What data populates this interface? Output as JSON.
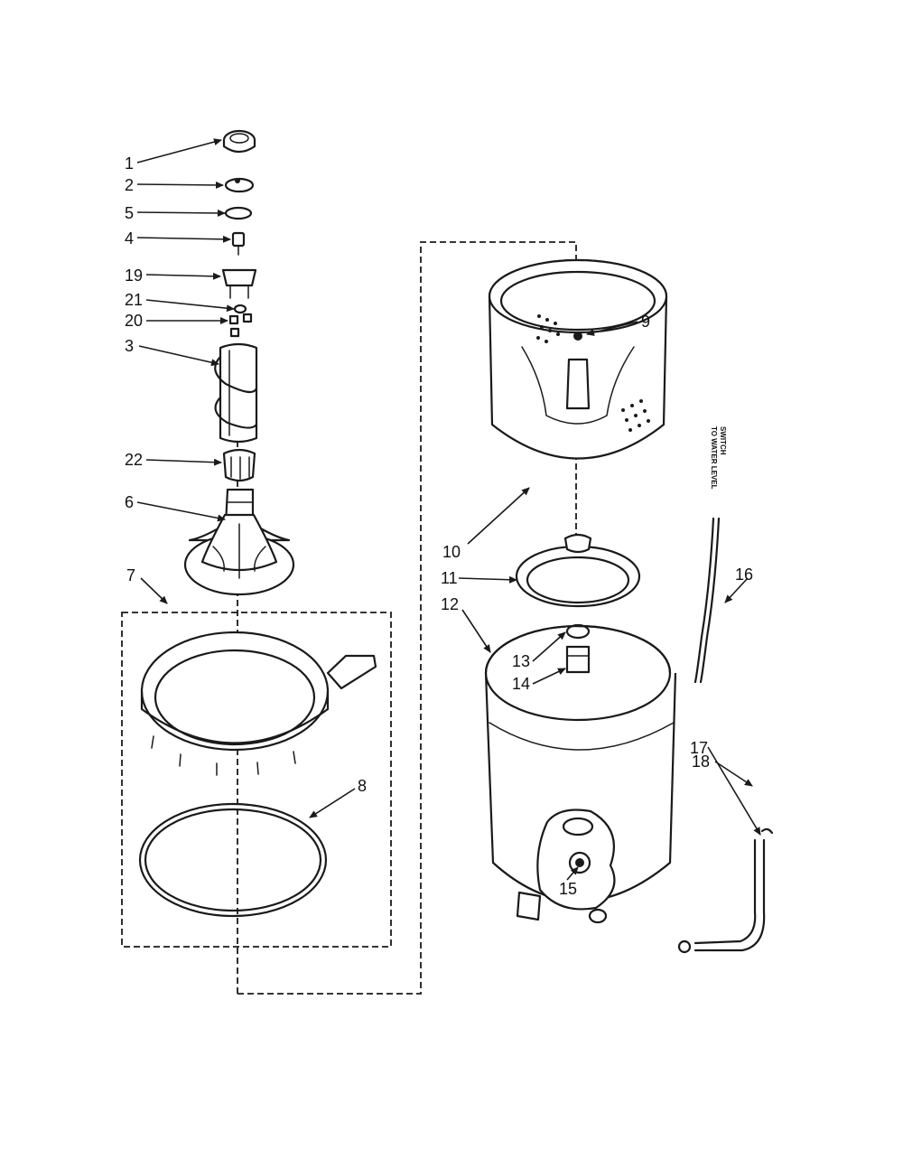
{
  "callouts": [
    "1",
    "2",
    "5",
    "4",
    "19",
    "21",
    "20",
    "3",
    "22",
    "6",
    "7",
    "8",
    "9",
    "10",
    "11",
    "12",
    "13",
    "14",
    "15",
    "16",
    "17",
    "18"
  ],
  "note": [
    "TO WATER LEVEL",
    "SWITCH"
  ],
  "colors": {
    "ink": "#1a1a1a",
    "background": "#ffffff"
  }
}
